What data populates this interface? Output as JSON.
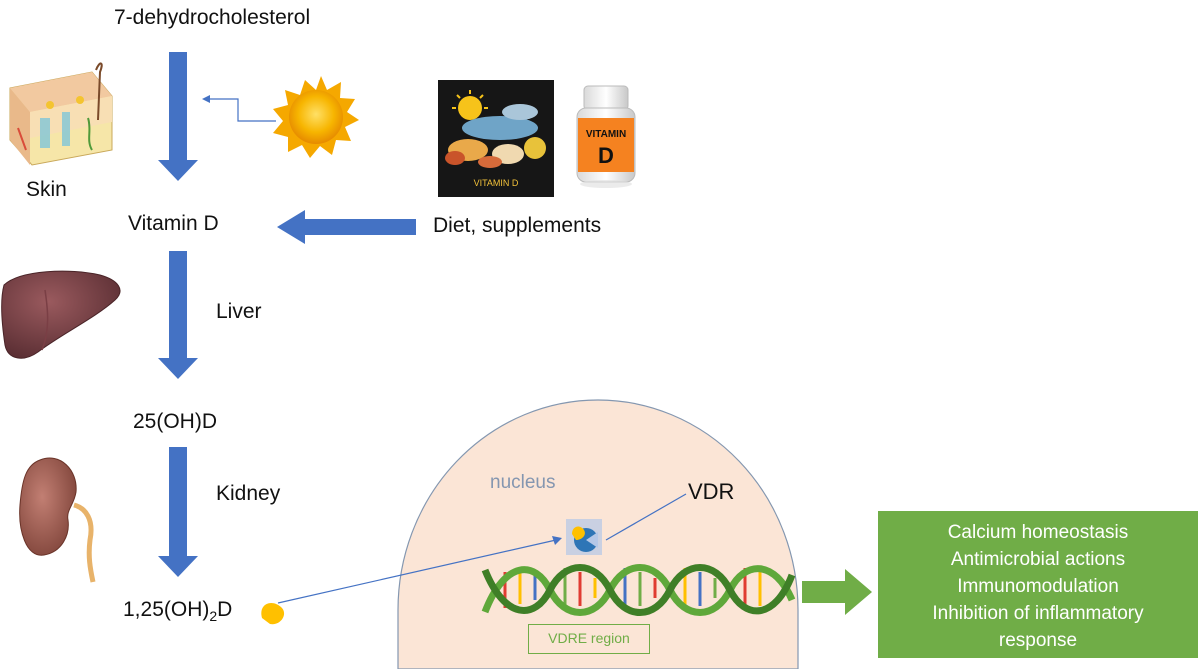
{
  "labels": {
    "dehydrocholesterol": "7-dehydrocholesterol",
    "skin": "Skin",
    "vitamin_d": "Vitamin D",
    "diet": "Diet, supplements",
    "liver": "Liver",
    "ohd25": "25(OH)D",
    "kidney": "Kidney",
    "final_pre": "1,25(OH)",
    "final_sub": "2",
    "final_post": "D",
    "nucleus": "nucleus",
    "vdr": "VDR",
    "vdre": "VDRE region"
  },
  "food_image_caption": "VITAMIN D",
  "bottle_label_top": "VITAMIN",
  "bottle_label_bottom": "D",
  "outcomes": [
    "Calcium homeostasis",
    "Antimicrobial actions",
    "Immunomodulation",
    "Inhibition of inflammatory",
    "response"
  ],
  "colors": {
    "arrow_blue": "#4472c4",
    "green": "#70ad47",
    "nucleus_fill": "#fbe5d6",
    "sun": "#f5b300",
    "ligand": "#ffc000"
  }
}
